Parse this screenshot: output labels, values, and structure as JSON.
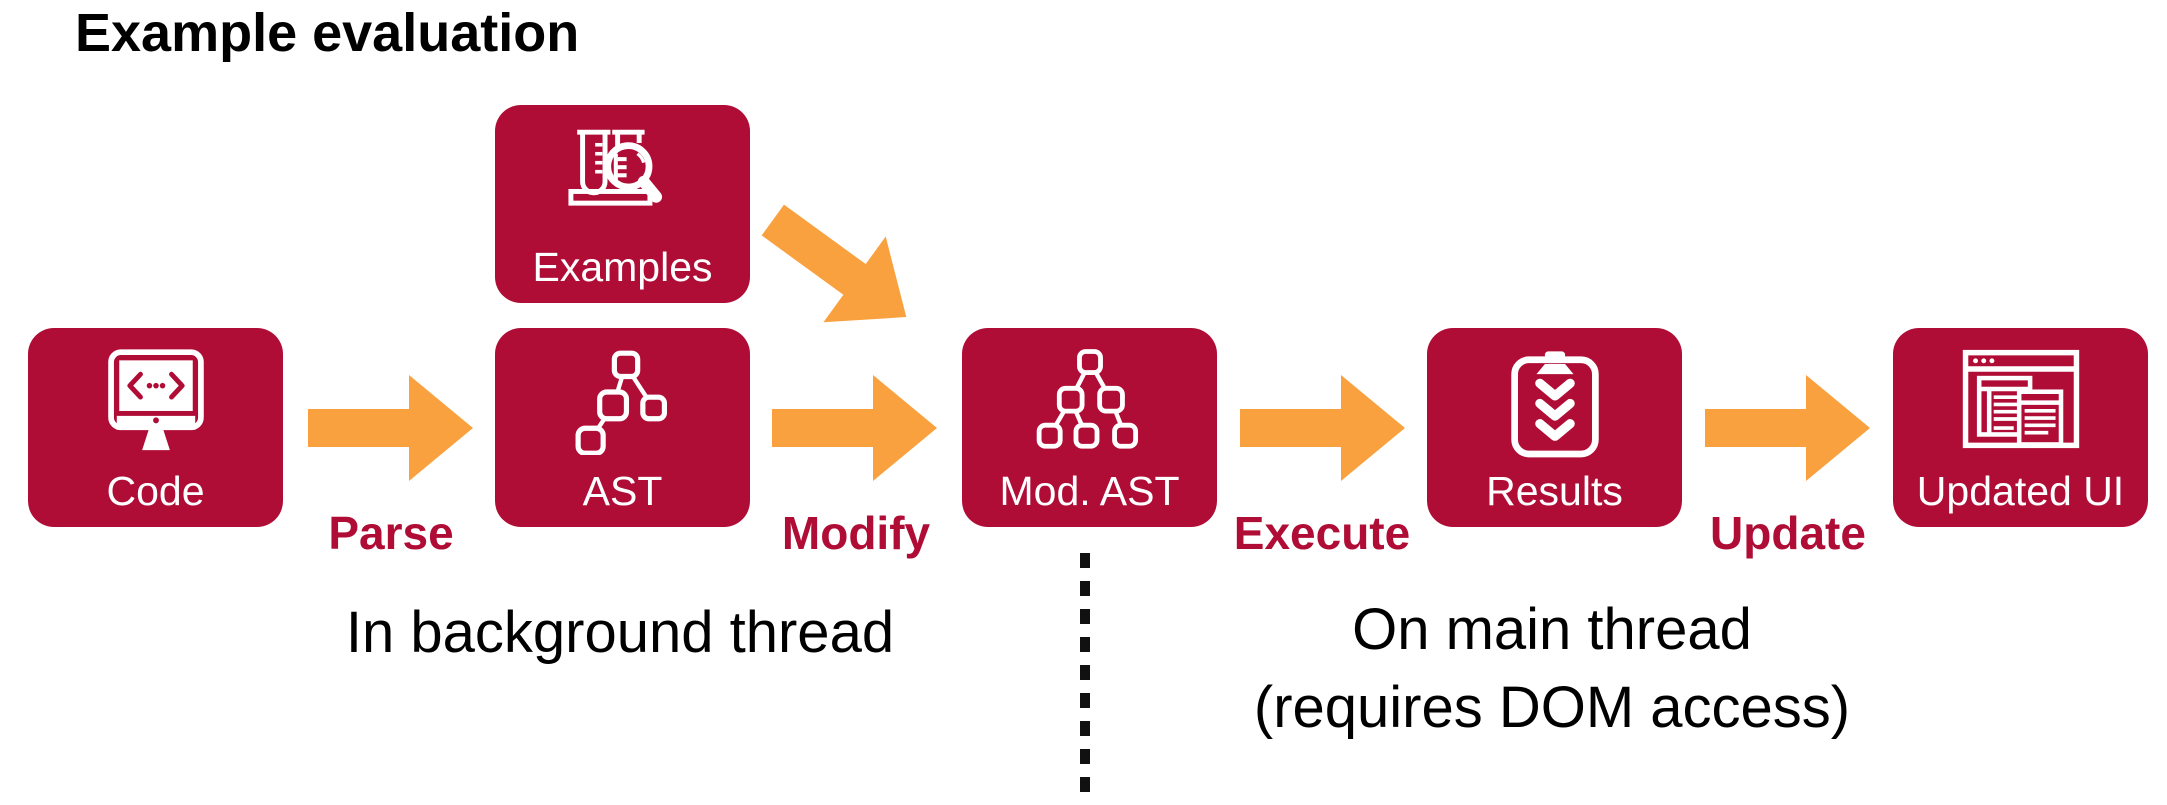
{
  "title": "Example evaluation",
  "colors": {
    "crimson": "#B00D36",
    "orange": "#F9A13F",
    "text": "#000000",
    "box_text": "#FFFFFF"
  },
  "nodes": {
    "examples": {
      "label": "Examples",
      "icon": "flasks-magnifier-icon"
    },
    "code": {
      "label": "Code",
      "icon": "code-monitor-icon"
    },
    "ast": {
      "label": "AST",
      "icon": "syntax-tree-icon"
    },
    "mod_ast": {
      "label": "Mod. AST",
      "icon": "syntax-tree-large-icon"
    },
    "results": {
      "label": "Results",
      "icon": "clipboard-checklist-icon"
    },
    "updated_ui": {
      "label": "Updated UI",
      "icon": "browser-windows-icon"
    }
  },
  "edges": {
    "parse": {
      "label": "Parse"
    },
    "modify": {
      "label": "Modify"
    },
    "execute": {
      "label": "Execute"
    },
    "update": {
      "label": "Update"
    }
  },
  "sections": {
    "background_thread_label": "In background thread",
    "main_thread_label_line1": "On main thread",
    "main_thread_label_line2": "(requires DOM access)"
  }
}
